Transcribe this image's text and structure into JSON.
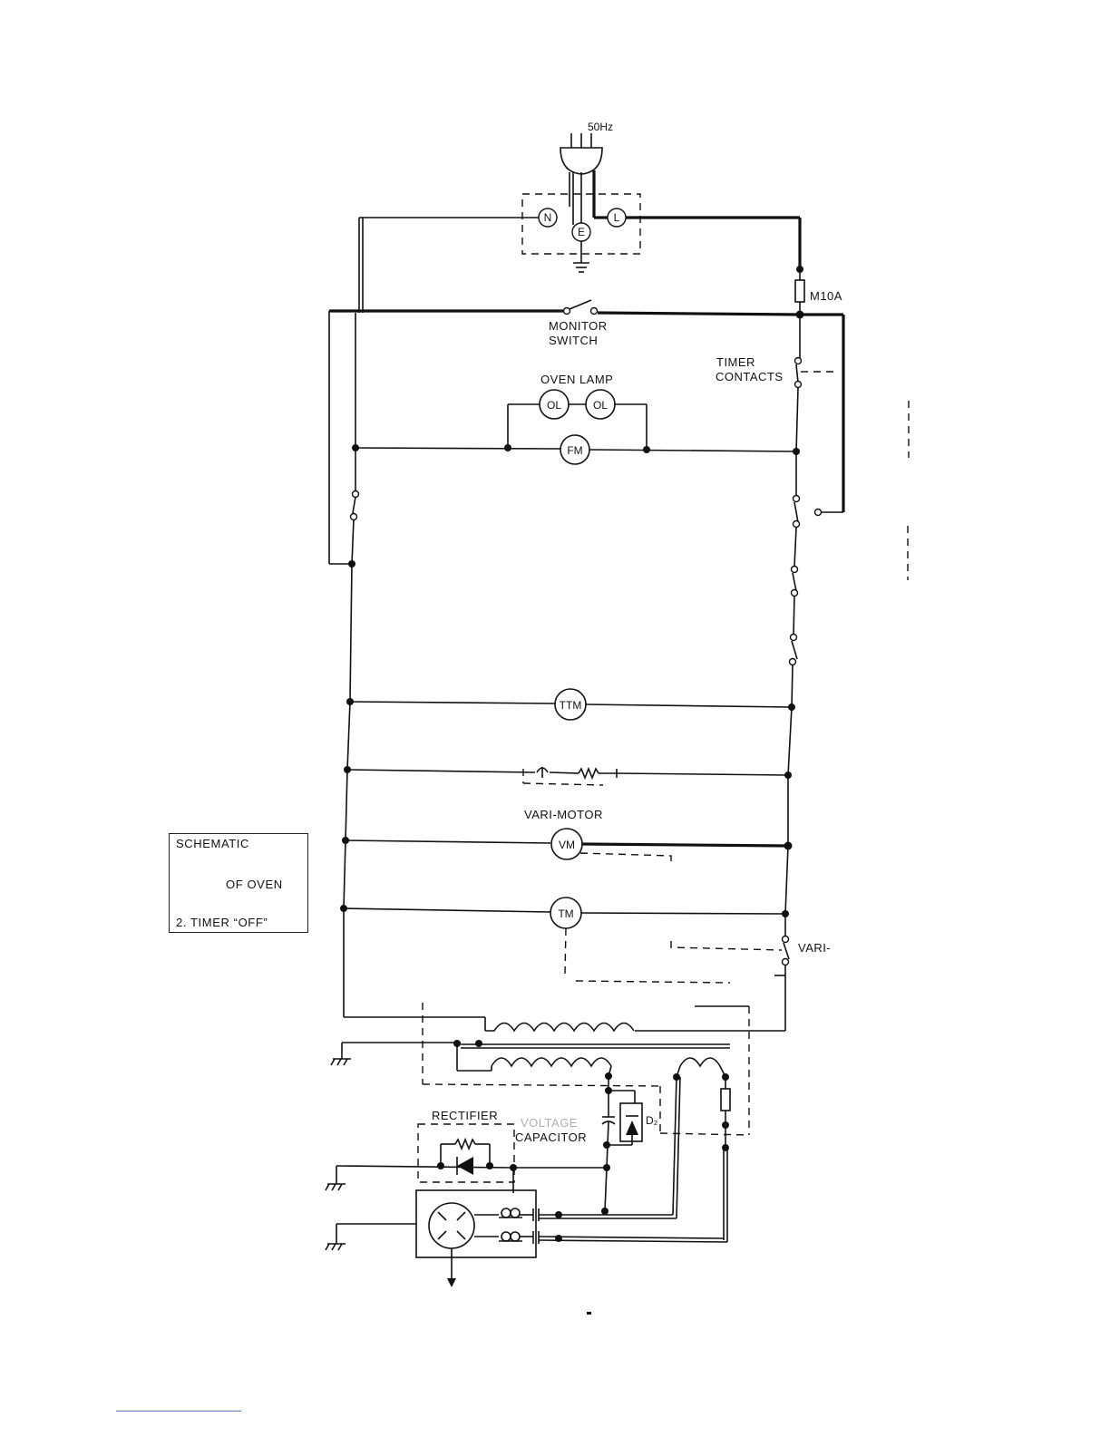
{
  "labels": {
    "frequency": "50Hz",
    "neutral": "N",
    "earth": "E",
    "live": "L",
    "fuse": "M10A",
    "monitor_switch_1": "MONITOR",
    "monitor_switch_2": "SWITCH",
    "timer_contacts_1": "TIMER",
    "timer_contacts_2": "CONTACTS",
    "oven_lamp": "OVEN LAMP",
    "ol": "OL",
    "fm": "FM",
    "ttm": "TTM",
    "vari_motor": "VARI-MOTOR",
    "vm": "VM",
    "tm": "TM",
    "vari": "VARI-",
    "rectifier": "RECTIFIER",
    "voltage": "VOLTAGE",
    "capacitor": "CAPACITOR",
    "d2": "D₂"
  },
  "legend": {
    "line1": "SCHEMATIC",
    "line2": "OF OVEN",
    "line3": "2. TIMER “OFF”"
  },
  "colors": {
    "ink": "#111111",
    "link_underline": "#5b74c9"
  }
}
